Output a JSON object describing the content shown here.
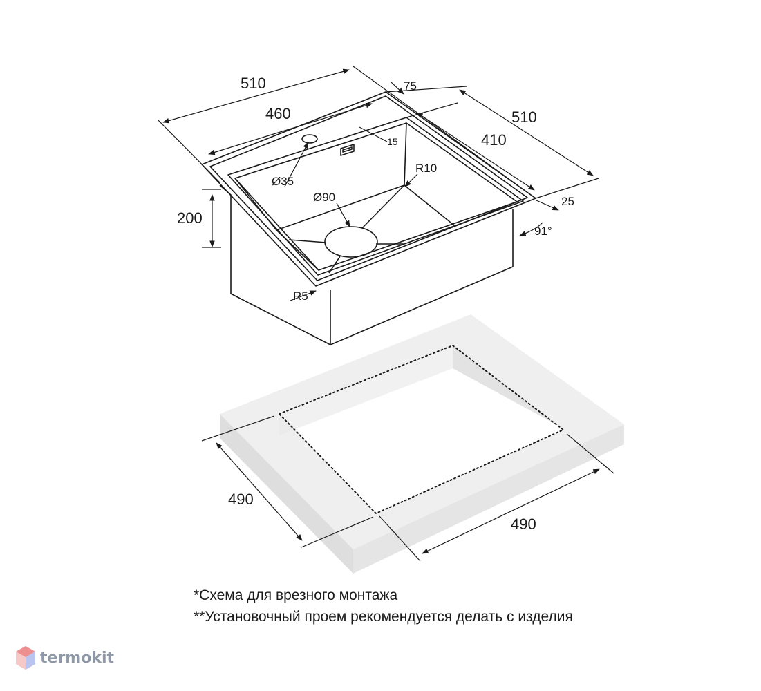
{
  "dimensions": {
    "overall_width": "510",
    "inner_width": "460",
    "overall_depth": "510",
    "inner_depth": "410",
    "rim_offset": "75",
    "height": "200",
    "tap_hole": "Ø35",
    "drain": "Ø90",
    "rim_to_bowl": "15",
    "corner_radius_inner": "R10",
    "corner_radius_outer": "R5",
    "rim_width": "25",
    "wall_angle": "91°",
    "cutout_width": "490",
    "cutout_depth": "490"
  },
  "notes": {
    "line1": "*Схема для врезного монтажа",
    "line2": "**Установочный проем рекомендуется делать с изделия"
  },
  "brand": {
    "name": "termokit"
  }
}
